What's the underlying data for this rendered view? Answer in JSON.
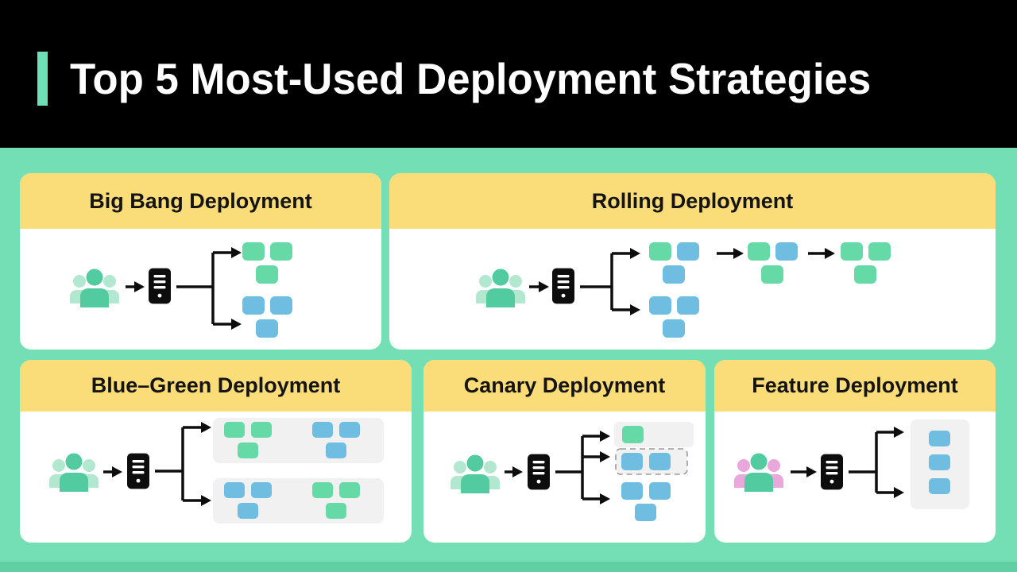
{
  "header": {
    "title": "Top 5 Most-Used Deployment Strategies"
  },
  "colors": {
    "header_band": "#000000",
    "title_text": "#ffffff",
    "accent_bar": "#6fe0b6",
    "page_background": "#74dfb4",
    "page_background_bottom": "#60cfa4",
    "card_background": "#ffffff",
    "card_header_background": "#fadc79",
    "card_header_text": "#141414",
    "box_green": "#65d9a6",
    "box_blue": "#6fbee2",
    "panel_gray": "#f1f1f2",
    "dashed_border": "#9b9b9b",
    "ink": "#0d0d0d",
    "users_green": "#52cba0",
    "users_green_light": "#b2e8d0",
    "users_pink": "#e9a7dc"
  },
  "cards": [
    {
      "id": "big-bang",
      "title": "Big Bang Deployment",
      "diagram": {
        "source": "users",
        "via": "server",
        "branches": [
          {
            "boxes": [
              "green",
              "green",
              "green"
            ]
          },
          {
            "boxes": [
              "blue",
              "blue",
              "blue"
            ]
          }
        ]
      }
    },
    {
      "id": "rolling",
      "title": "Rolling Deployment",
      "diagram": {
        "source": "users",
        "via": "server",
        "branches": [
          {
            "stages": [
              {
                "boxes": [
                  "green",
                  "blue",
                  "blue"
                ]
              },
              {
                "boxes": [
                  "green",
                  "blue",
                  "green"
                ]
              },
              {
                "boxes": [
                  "green",
                  "green",
                  "green"
                ]
              }
            ]
          },
          {
            "boxes": [
              "blue",
              "blue",
              "blue"
            ]
          }
        ]
      }
    },
    {
      "id": "blue-green",
      "title": "Blue–Green Deployment",
      "diagram": {
        "source": "users",
        "via": "server",
        "branches": [
          {
            "panel": "solid",
            "clusters": [
              [
                "green",
                "green",
                "green"
              ],
              [
                "blue",
                "blue",
                "blue"
              ]
            ]
          },
          {
            "panel": "solid",
            "clusters": [
              [
                "blue",
                "blue",
                "blue"
              ],
              [
                "green",
                "green",
                "green"
              ]
            ]
          }
        ]
      }
    },
    {
      "id": "canary",
      "title": "Canary Deployment",
      "diagram": {
        "source": "users",
        "via": "server",
        "branches": [
          {
            "panel": "solid",
            "boxes": [
              "green"
            ]
          },
          {
            "panel": "dashed",
            "boxes": [
              "blue",
              "blue"
            ]
          },
          {
            "panel": "none",
            "boxes": [
              "blue",
              "blue",
              "blue"
            ]
          }
        ]
      }
    },
    {
      "id": "feature",
      "title": "Feature Deployment",
      "diagram": {
        "source": "users-pink-green",
        "via": "server",
        "branches": [
          {
            "panel": "solid",
            "boxes": [
              "blue",
              "blue",
              "blue"
            ]
          }
        ]
      }
    }
  ]
}
